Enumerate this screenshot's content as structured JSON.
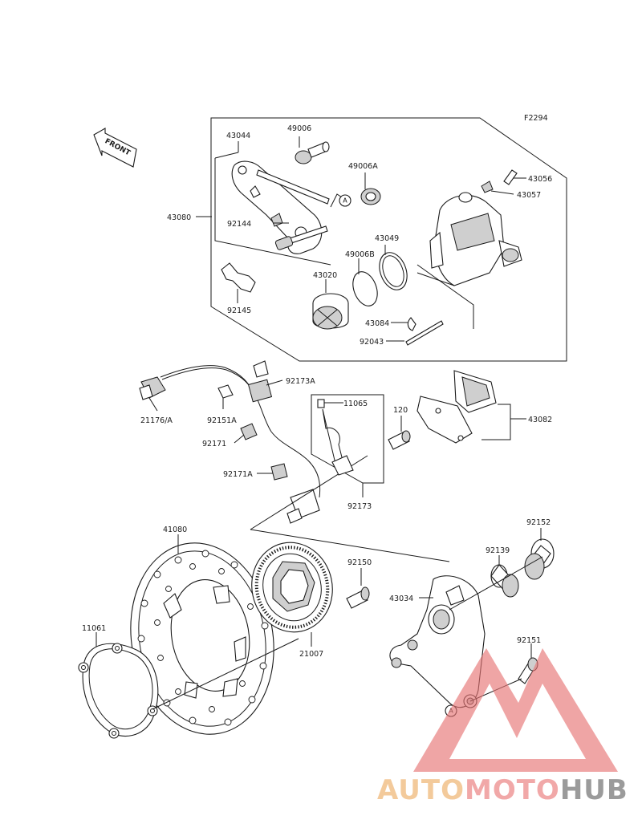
{
  "diagram": {
    "figure_code": "F2294",
    "front_arrow_label": "FRONT",
    "ref_marker": "A",
    "parts": [
      {
        "id": "43044",
        "label": "43044"
      },
      {
        "id": "49006",
        "label": "49006"
      },
      {
        "id": "49006A",
        "label": "49006A"
      },
      {
        "id": "43056",
        "label": "43056"
      },
      {
        "id": "43057",
        "label": "43057"
      },
      {
        "id": "43080",
        "label": "43080"
      },
      {
        "id": "92144",
        "label": "92144"
      },
      {
        "id": "49006B",
        "label": "49006B"
      },
      {
        "id": "43049",
        "label": "43049"
      },
      {
        "id": "43020",
        "label": "43020"
      },
      {
        "id": "92145",
        "label": "92145"
      },
      {
        "id": "43084",
        "label": "43084"
      },
      {
        "id": "92043",
        "label": "92043"
      },
      {
        "id": "92173A",
        "label": "92173A"
      },
      {
        "id": "21176A",
        "label": "21176/A"
      },
      {
        "id": "92151A",
        "label": "92151A"
      },
      {
        "id": "11065",
        "label": "11065"
      },
      {
        "id": "120",
        "label": "120"
      },
      {
        "id": "43082",
        "label": "43082"
      },
      {
        "id": "92171",
        "label": "92171"
      },
      {
        "id": "92171A",
        "label": "92171A"
      },
      {
        "id": "92173",
        "label": "92173"
      },
      {
        "id": "41080",
        "label": "41080"
      },
      {
        "id": "92152",
        "label": "92152"
      },
      {
        "id": "92150",
        "label": "92150"
      },
      {
        "id": "92139",
        "label": "92139"
      },
      {
        "id": "43034",
        "label": "43034"
      },
      {
        "id": "11061",
        "label": "11061"
      },
      {
        "id": "21007",
        "label": "21007"
      },
      {
        "id": "92151",
        "label": "92151"
      }
    ]
  },
  "watermark": {
    "part1": "AUTO",
    "part2": "MOTO",
    "part3": "HUB",
    "colors": {
      "auto": "#f2c18a",
      "moto": "#ef9a9a",
      "hub": "#8a8a8a",
      "triangle": "#e57373"
    }
  }
}
